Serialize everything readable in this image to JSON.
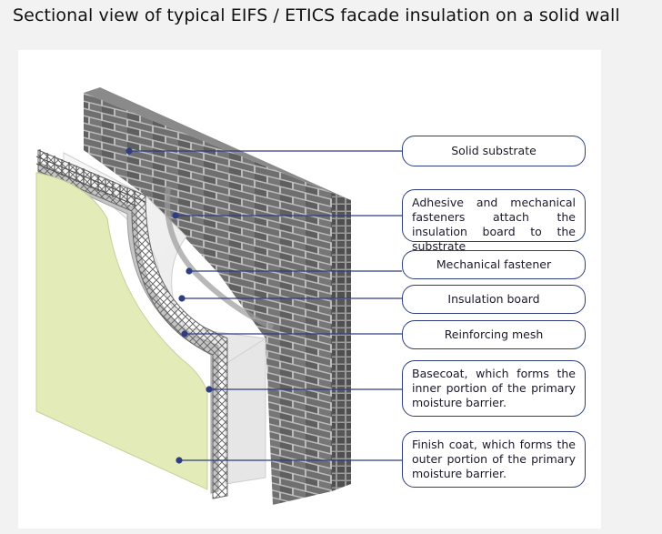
{
  "title": "Sectional view of typical EIFS / ETICS facade insulation on a solid wall",
  "colors": {
    "leader_line": "#2f3e80",
    "brick": "#6a6a6a",
    "mortar": "#bdbdbd",
    "insulation": "#f0f0f0",
    "finish_coat": "#e3ebb8",
    "basecoat": "#c9c9c9",
    "mesh": "#777777"
  },
  "labels": [
    {
      "id": "solid-substrate",
      "text": "Solid substrate"
    },
    {
      "id": "adhesive-fasteners",
      "text": "Adhesive and mechanical fasteners attach the insulation board to the substrate"
    },
    {
      "id": "mechanical-fastener",
      "text": "Mechanical fastener"
    },
    {
      "id": "insulation-board",
      "text": "Insulation board"
    },
    {
      "id": "reinforcing-mesh",
      "text": "Reinforcing mesh"
    },
    {
      "id": "basecoat",
      "text": "Basecoat, which forms the inner portion of the primary moisture barrier."
    },
    {
      "id": "finish-coat",
      "text": "Finish coat, which forms the outer portion of the primary moisture barrier."
    }
  ]
}
